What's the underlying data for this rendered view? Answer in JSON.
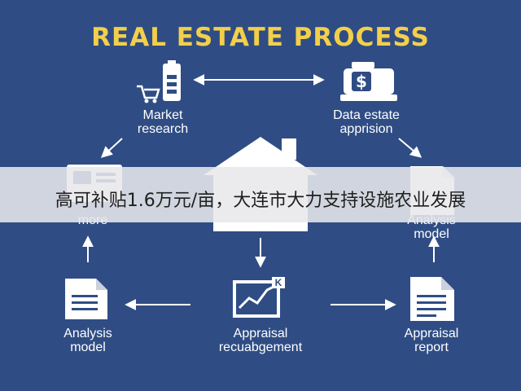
{
  "title": "REAL ESTATE PROCESS",
  "nodes": {
    "market_research": "Market\nresearch",
    "data_estate": "Data estate\napprision",
    "left_middle": "more",
    "analysis_model_right": "Analysis\nmodel",
    "analysis_model_left": "Analysis\nmodel",
    "appraisal_management": "Appraisal\nrecuabgement",
    "appraisal_report": "Appraisal\nreport"
  },
  "chart_badge": "K",
  "banner": {
    "text": "高可补贴1.6万元/亩，大连市大力支持设施农业发展"
  },
  "colors": {
    "background": "#2f4d84",
    "title": "#f3cf4a",
    "icon": "#ffffff",
    "icon_accent": "#2f4d84"
  }
}
